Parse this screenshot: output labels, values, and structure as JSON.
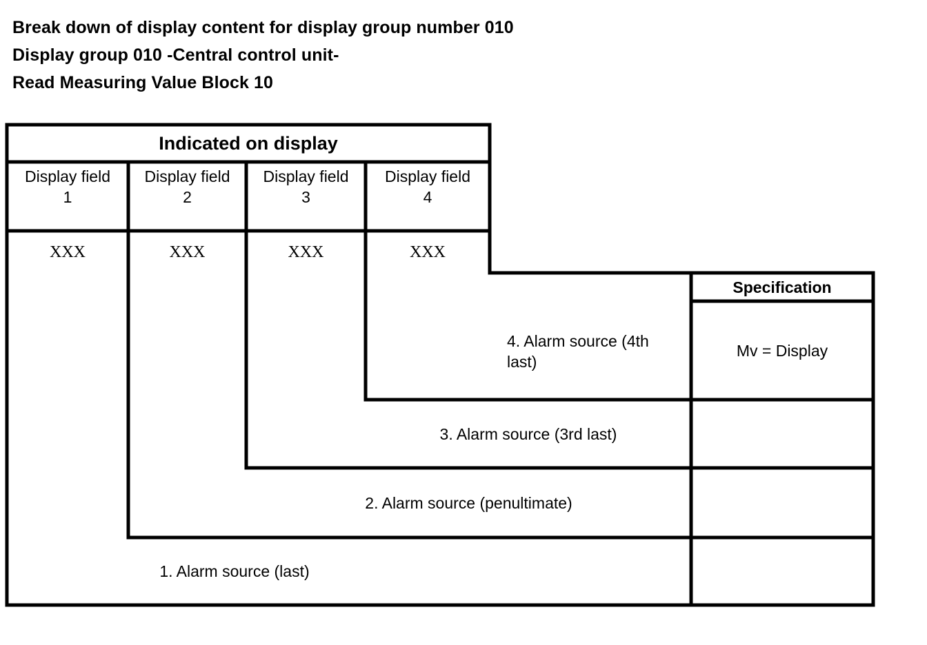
{
  "document": {
    "title_lines": [
      "Break down of display content for display group number 010",
      "Display group 010 -Central control unit-",
      "Read Measuring Value Block 10"
    ]
  },
  "table": {
    "group_header": "Indicated on display",
    "spec_header": "Specification",
    "columns": [
      {
        "label": "Display field",
        "number": "1"
      },
      {
        "label": "Display field",
        "number": "2"
      },
      {
        "label": "Display field",
        "number": "3"
      },
      {
        "label": "Display field",
        "number": "4"
      }
    ],
    "value_row": [
      "XXX",
      "XXX",
      "XXX",
      "XXX"
    ],
    "rows": [
      {
        "label": "4. Alarm source (4th last)",
        "specification": "Mv = Display"
      },
      {
        "label": "3. Alarm source (3rd last)",
        "specification": ""
      },
      {
        "label": "2. Alarm source (penultimate)",
        "specification": ""
      },
      {
        "label": "1. Alarm source (last)",
        "specification": ""
      }
    ]
  },
  "style": {
    "line_color": "#000000",
    "background": "#ffffff",
    "text_color": "#000000"
  }
}
